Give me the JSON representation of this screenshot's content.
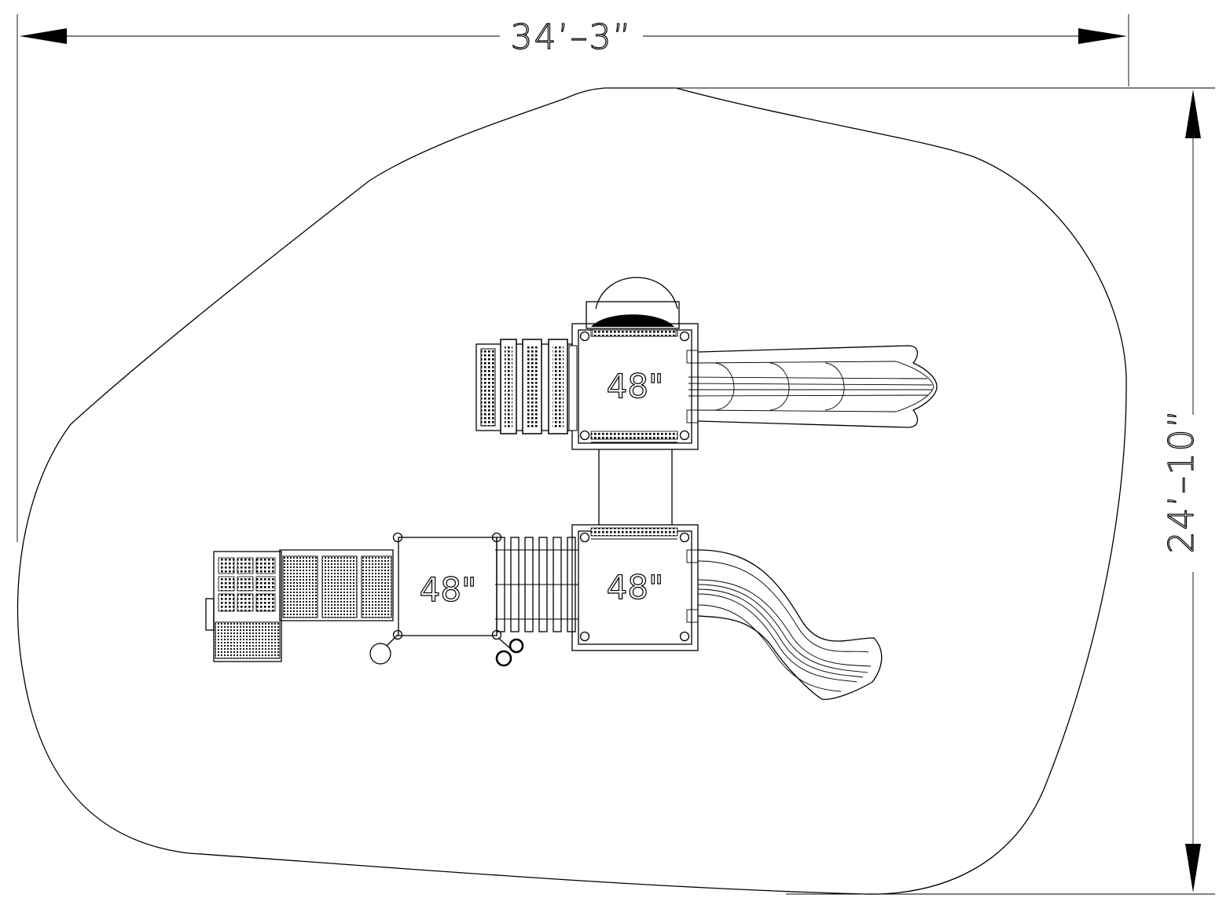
{
  "dimensions": {
    "width_label": "34’–3”",
    "depth_label": "24’–10”"
  },
  "decks": [
    {
      "id": "upper",
      "label": "48\""
    },
    {
      "id": "lower-right",
      "label": "48\""
    },
    {
      "id": "lower-left",
      "label": "48\""
    }
  ]
}
